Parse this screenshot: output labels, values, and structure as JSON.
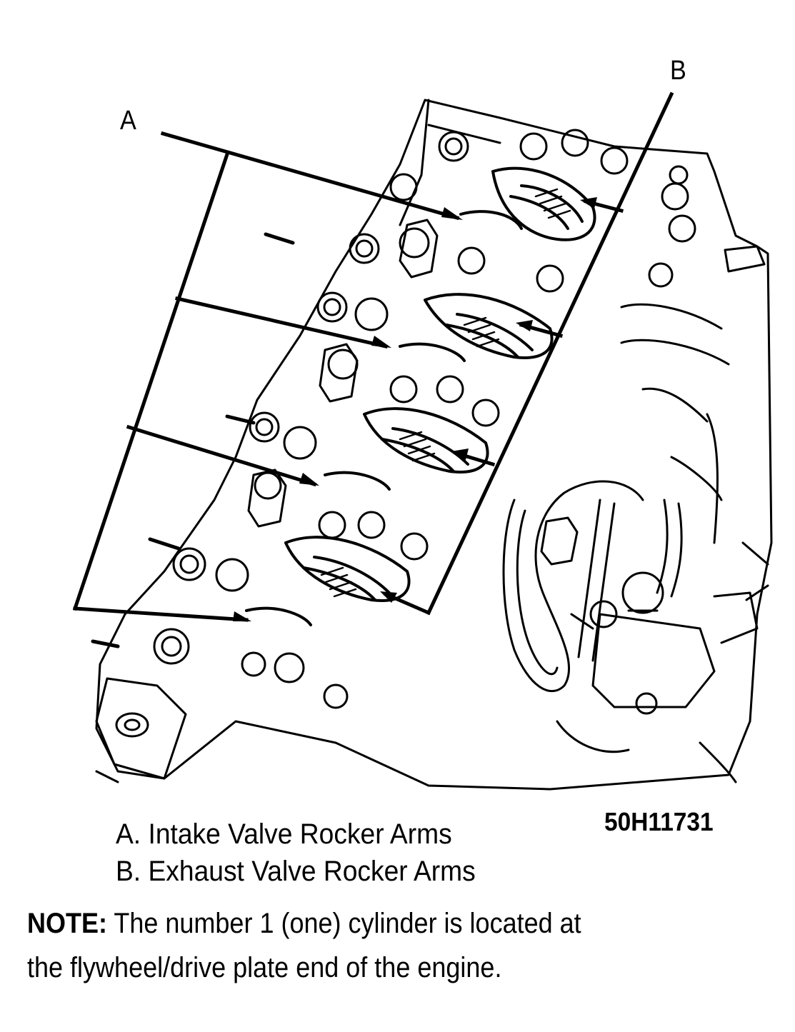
{
  "figure": {
    "id": "50H11731",
    "subject": "Engine cylinder head valve train, rocker arms",
    "callouts": [
      {
        "letter": "A",
        "meaning": "Intake Valve Rocker Arms"
      },
      {
        "letter": "B",
        "meaning": "Exhaust Valve Rocker Arms"
      }
    ],
    "colors": {
      "ink": "#000000",
      "paper": "#ffffff"
    }
  },
  "legend": {
    "items": [
      {
        "label": "A. Intake Valve Rocker Arms"
      },
      {
        "label": "B. Exhaust Valve Rocker Arms"
      }
    ]
  },
  "note": {
    "label": "NOTE:",
    "line1": " The number 1 (one) cylinder is located at",
    "line2": "the flywheel/drive plate end of the engine."
  }
}
